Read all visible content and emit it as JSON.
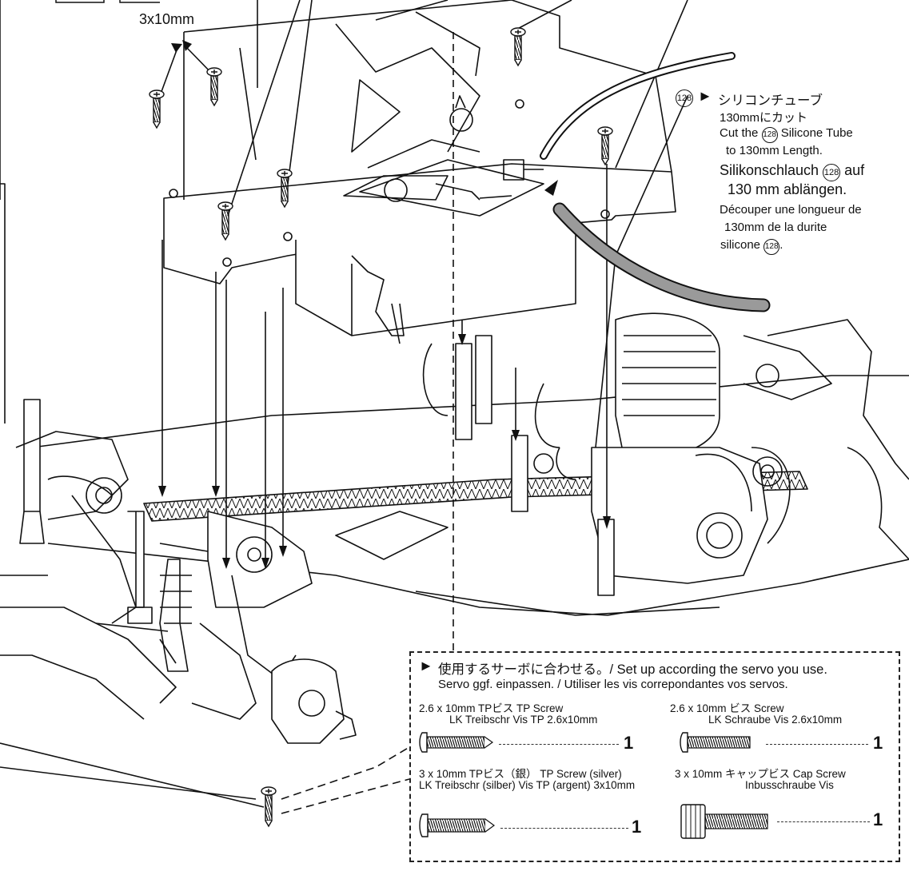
{
  "top_label": "3x10mm",
  "tube_callout": {
    "part_no": "128",
    "jp": "シリコンチューブ",
    "jp2": "130mmにカット",
    "en1": "Cut the",
    "en2": "Silicone Tube",
    "en3": "to 130mm Length.",
    "de1": "Silikonschlauch",
    "de2": "auf",
    "de3": "130 mm ablängen.",
    "fr1": "Découper une longueur de",
    "fr2": "130mm de la durite",
    "fr3": "silicone"
  },
  "parts_box": {
    "header1": "使用するサーボに合わせる。/ Set up according the servo you use.",
    "header2": "Servo ggf. einpassen. / Utiliser les vis correpondantes vos servos.",
    "items": [
      {
        "line1": "2.6 x 10mm  TPビス  TP Screw",
        "line2": "LK Treibschr  Vis TP 2.6x10mm",
        "qty": "1"
      },
      {
        "line1": "2.6 x 10mm  ビス  Screw",
        "line2": "LK Schraube  Vis 2.6x10mm",
        "qty": "1"
      },
      {
        "line1": "3 x 10mm  TPビス（銀）  TP Screw (silver)",
        "line2": "LK Treibschr (silber)  Vis TP (argent) 3x10mm",
        "qty": "1"
      },
      {
        "line1": "3 x 10mm  キャップビス  Cap Screw",
        "line2": "Inbusschraube  Vis",
        "qty": "1"
      }
    ]
  },
  "colors": {
    "line": "#111111",
    "tube": "#9a9a9a",
    "paper": "#ffffff"
  }
}
